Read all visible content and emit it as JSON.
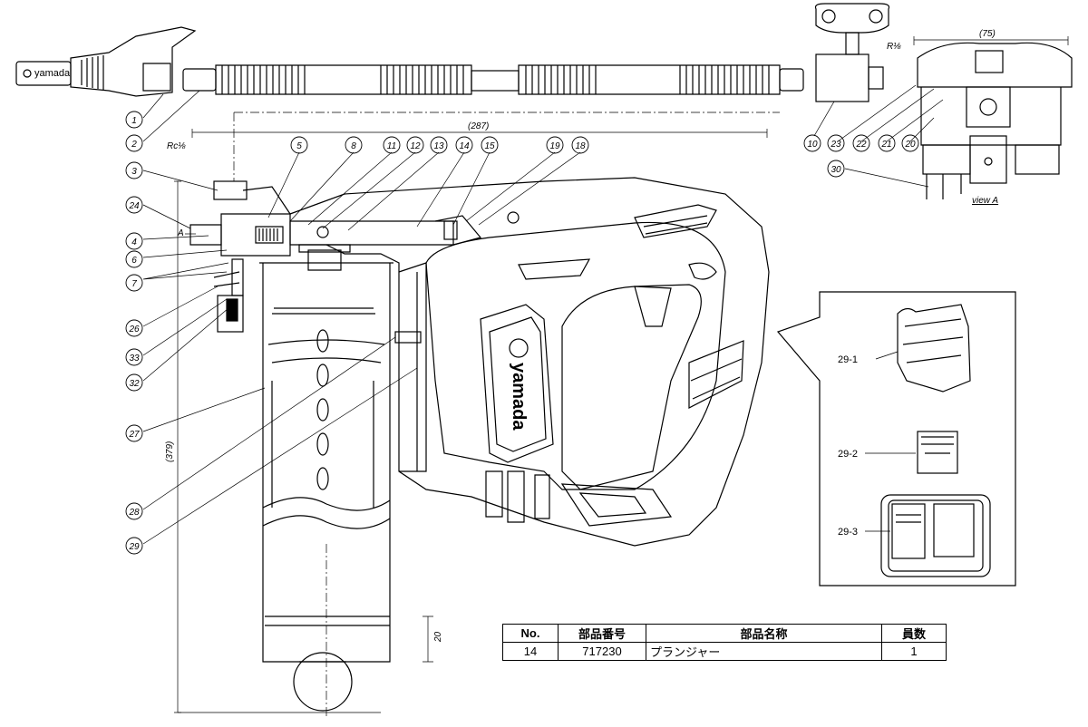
{
  "callouts": [
    {
      "id": "c1",
      "label": "1"
    },
    {
      "id": "c2",
      "label": "2"
    },
    {
      "id": "c3",
      "label": "3"
    },
    {
      "id": "c24",
      "label": "24"
    },
    {
      "id": "c4",
      "label": "4"
    },
    {
      "id": "c6",
      "label": "6"
    },
    {
      "id": "c7",
      "label": "7"
    },
    {
      "id": "c26",
      "label": "26"
    },
    {
      "id": "c33",
      "label": "33"
    },
    {
      "id": "c32",
      "label": "32"
    },
    {
      "id": "c27",
      "label": "27"
    },
    {
      "id": "c28",
      "label": "28"
    },
    {
      "id": "c29",
      "label": "29"
    },
    {
      "id": "c5",
      "label": "5"
    },
    {
      "id": "c8",
      "label": "8"
    },
    {
      "id": "c11",
      "label": "11"
    },
    {
      "id": "c12",
      "label": "12"
    },
    {
      "id": "c13",
      "label": "13"
    },
    {
      "id": "c14",
      "label": "14"
    },
    {
      "id": "c15",
      "label": "15"
    },
    {
      "id": "c19",
      "label": "19"
    },
    {
      "id": "c18",
      "label": "18"
    },
    {
      "id": "c10",
      "label": "10"
    },
    {
      "id": "c23",
      "label": "23"
    },
    {
      "id": "c22",
      "label": "22"
    },
    {
      "id": "c21",
      "label": "21"
    },
    {
      "id": "c20",
      "label": "20"
    },
    {
      "id": "c30",
      "label": "30"
    }
  ],
  "battery_labels": {
    "b1": "29-1",
    "b2": "29-2",
    "b3": "29-3"
  },
  "dimensions": {
    "width_287": "(287)",
    "height_379": "(379)",
    "width_75": "(75)",
    "tube_20": "20"
  },
  "annotations": {
    "rc": "Rc⅛",
    "r": "R⅛",
    "view_a": "view A",
    "a": "A"
  },
  "brand": {
    "logo_text": "yamada"
  },
  "parts_table": {
    "headers": {
      "no": "No.",
      "part_number": "部品番号",
      "part_name": "部品名称",
      "qty": "員数"
    },
    "rows": [
      {
        "no": "14",
        "part_number": "717230",
        "part_name": "プランジャー",
        "qty": "1"
      }
    ]
  }
}
